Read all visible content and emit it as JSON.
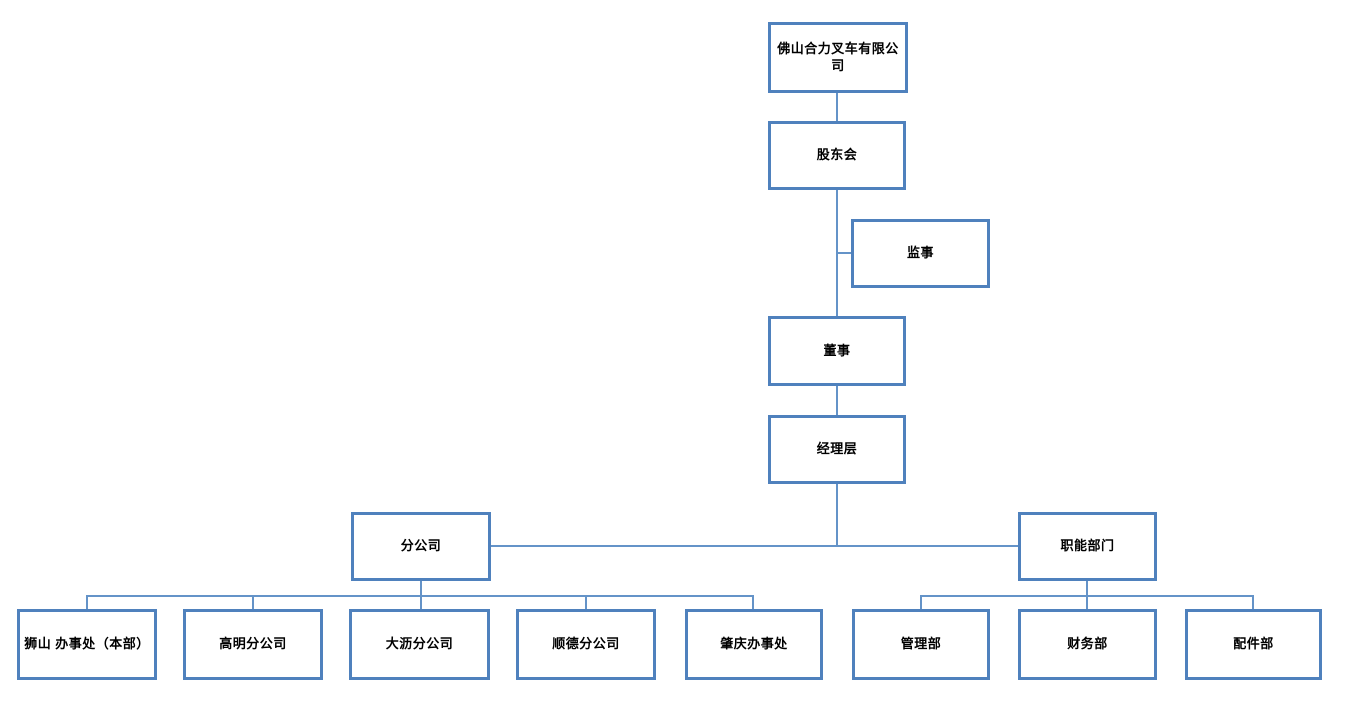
{
  "diagram": {
    "type": "org-chart",
    "colors": {
      "box_border": "#4f81bd",
      "connector": "#6493c8",
      "text": "#000000",
      "background": "#ffffff"
    },
    "nodes": {
      "company": {
        "label": "佛山合力叉车有限公司"
      },
      "shareholders": {
        "label": "股东会"
      },
      "supervisor": {
        "label": "监事"
      },
      "director": {
        "label": "董事"
      },
      "management": {
        "label": "经理层"
      },
      "branch": {
        "label": "分公司"
      },
      "functional": {
        "label": "职能部门"
      },
      "shishan": {
        "label": "狮山 办事处（本部）"
      },
      "gaoming": {
        "label": "高明分公司"
      },
      "dali": {
        "label": "大沥分公司"
      },
      "shunde": {
        "label": "顺德分公司"
      },
      "zhaoqing": {
        "label": "肇庆办事处"
      },
      "management_dept": {
        "label": "管理部"
      },
      "finance_dept": {
        "label": "财务部"
      },
      "parts_dept": {
        "label": "配件部"
      }
    },
    "hierarchy": {
      "root": "company",
      "chain": [
        "company",
        "shareholders",
        "director",
        "management"
      ],
      "side_of_trunk": [
        "supervisor"
      ],
      "branch_children": [
        "shishan",
        "gaoming",
        "dali",
        "shunde",
        "zhaoqing"
      ],
      "functional_children": [
        "management_dept",
        "finance_dept",
        "parts_dept"
      ]
    }
  }
}
